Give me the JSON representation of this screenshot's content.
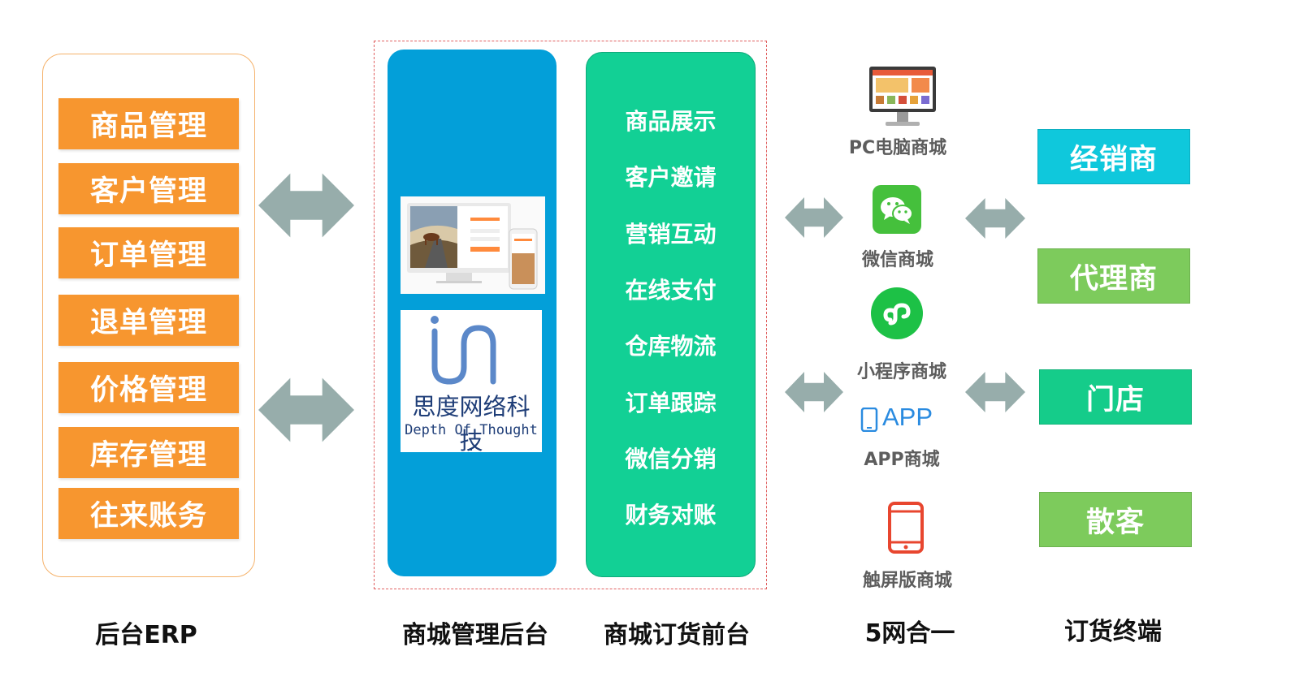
{
  "erp": {
    "items": [
      "商品管理",
      "客户管理",
      "订单管理",
      "退单管理",
      "价格管理",
      "库存管理",
      "往来账务"
    ],
    "caption": "后台ERP"
  },
  "admin": {
    "logo_cn": "思度网络科技",
    "logo_en": "Depth Of Thought .",
    "caption": "商城管理后台"
  },
  "front": {
    "items": [
      "商品展示",
      "客户邀请",
      "营销互动",
      "在线支付",
      "仓库物流",
      "订单跟踪",
      "微信分销",
      "财务对账"
    ],
    "caption": "商城订货前台"
  },
  "channels": {
    "pc_label": "PC电脑商城",
    "wechat_label": "微信商城",
    "mini_label": "小程序商城",
    "app_logo_text": "APP",
    "app_label": "APP商城",
    "touch_label": "触屏版商城",
    "caption": "5网合一"
  },
  "terminals": {
    "items": [
      {
        "label": "经销商",
        "color": "#0fc8dc"
      },
      {
        "label": "代理商",
        "color": "#7dcb5c"
      },
      {
        "label": "门店",
        "color": "#15cc8a"
      },
      {
        "label": "散客",
        "color": "#7dcb5c"
      }
    ],
    "caption": "订货终端"
  },
  "colors": {
    "erp_orange": "#f7962f",
    "admin_blue": "#039fd9",
    "front_green": "#12d095",
    "arrow_gray": "#97adab"
  },
  "icons": [
    "double-arrow-icon",
    "monitor-icon",
    "wechat-icon",
    "mini-program-icon",
    "phone-icon",
    "tablet-icon"
  ]
}
